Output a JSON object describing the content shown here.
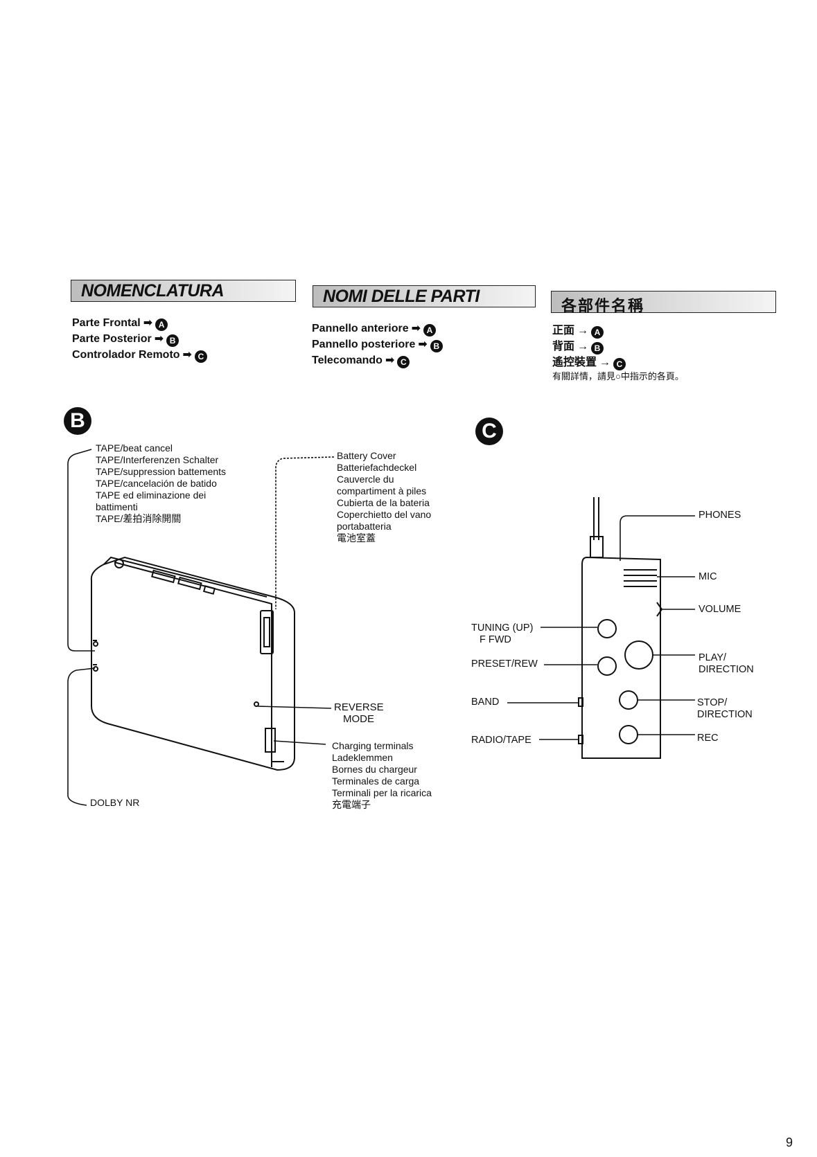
{
  "headers": {
    "es": "NOMENCLATURA",
    "it": "NOMI DELLE PARTI",
    "zh": "各部件名稱"
  },
  "parts_lists": {
    "es": [
      {
        "label": "Parte Frontal",
        "ref": "A"
      },
      {
        "label": "Parte Posterior",
        "ref": "B"
      },
      {
        "label": "Controlador Remoto",
        "ref": "C"
      }
    ],
    "it": [
      {
        "label": "Pannello anteriore",
        "ref": "A"
      },
      {
        "label": "Pannello posteriore",
        "ref": "B"
      },
      {
        "label": "Telecomando",
        "ref": "C"
      }
    ],
    "zh": [
      {
        "label": "正面",
        "ref": "A"
      },
      {
        "label": "背面",
        "ref": "B"
      },
      {
        "label": "遙控裝置",
        "ref": "C"
      }
    ],
    "zh_note": "有關詳情，請見○中指示的各頁。",
    "arrow": "➡"
  },
  "section_b": {
    "marker": "B",
    "tape_beat_cancel": [
      "TAPE/beat cancel",
      "TAPE/Interferenzen Schalter",
      "TAPE/suppression battements",
      "TAPE/cancelación de batido",
      "TAPE ed eliminazione dei",
      "battimenti",
      "TAPE/差拍消除開關"
    ],
    "battery_cover": [
      "Battery Cover",
      "Batteriefachdeckel",
      "Cauvercle du",
      "compartiment à piles",
      "Cubierta de la bateria",
      "Coperchietto del vano",
      "portabatteria",
      "電池室蓋"
    ],
    "reverse_mode": [
      "REVERSE",
      "MODE"
    ],
    "charging_terminals": [
      "Charging terminals",
      "Ladeklemmen",
      "Bornes du chargeur",
      "Terminales de carga",
      "Terminali per la ricarica",
      "充電端子"
    ],
    "dolby_nr": "DOLBY NR"
  },
  "section_c": {
    "marker": "C",
    "phones": "PHONES",
    "mic": "MIC",
    "volume": "VOLUME",
    "tuning": [
      "TUNING (UP)",
      "F FWD"
    ],
    "preset": "PRESET/REW",
    "band": "BAND",
    "radio_tape": "RADIO/TAPE",
    "play": [
      "PLAY/",
      "DIRECTION"
    ],
    "stop": [
      "STOP/",
      "DIRECTION"
    ],
    "rec": "REC"
  },
  "page_number": "9"
}
